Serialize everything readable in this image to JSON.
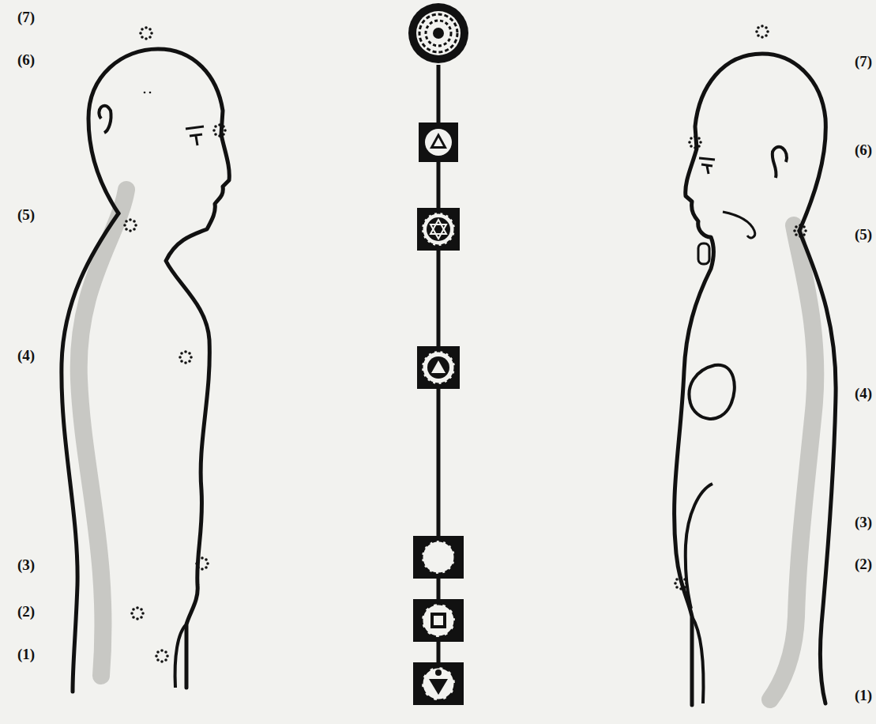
{
  "diagram": {
    "labels": [
      "(7)",
      "(6)",
      "(5)",
      "(4)",
      "(3)",
      "(2)",
      "(1)",
      "(7)",
      "(6)",
      "(5)",
      "(4)",
      "(3)",
      "(2)",
      "(1)"
    ]
  }
}
